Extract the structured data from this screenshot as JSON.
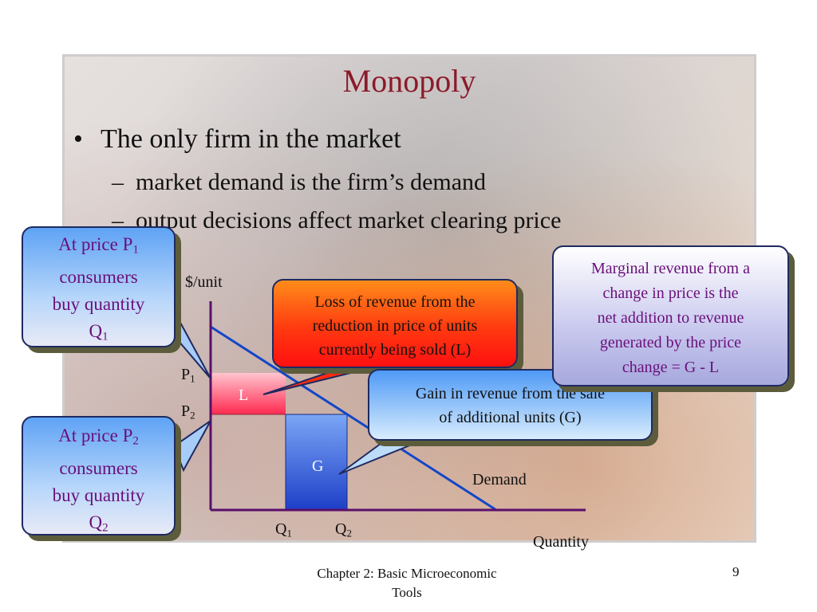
{
  "slide": {
    "title": "Monopoly",
    "bullet": "The only firm in the market",
    "sub_bullets": [
      "market demand is the firm’s demand",
      "output decisions affect market clearing price"
    ]
  },
  "graph": {
    "y_axis_label": "$/unit",
    "x_axis_label": "Quantity",
    "demand_label": "Demand",
    "price_labels": [
      {
        "base": "P",
        "sub": "1"
      },
      {
        "base": "P",
        "sub": "2"
      }
    ],
    "quantity_labels": [
      {
        "base": "Q",
        "sub": "1"
      },
      {
        "base": "Q",
        "sub": "2"
      }
    ],
    "area_L_label": "L",
    "area_G_label": "G"
  },
  "callouts": {
    "price1": {
      "line1": "At price P",
      "line1_sub": "1",
      "line2": "consumers",
      "line3": "buy quantity",
      "line4": "Q",
      "line4_sub": "1"
    },
    "price2": {
      "line1": "At price P",
      "line1_sub": "2",
      "line2": "consumers",
      "line3": "buy quantity",
      "line4": "Q",
      "line4_sub": "2"
    },
    "loss": [
      "Loss of revenue from the",
      "reduction in price of units",
      "currently being sold (L)"
    ],
    "gain": [
      "Gain in revenue from the sale",
      "of additional units (G)"
    ],
    "mr": [
      "Marginal revenue from a",
      "change in price is the",
      "net addition to revenue",
      "generated by the price",
      "change = G - L"
    ]
  },
  "footer": {
    "chapter_line1": "Chapter 2: Basic Microeconomic",
    "chapter_line2": "Tools",
    "page_number": "9"
  },
  "colors": {
    "title": "#8b1a2a",
    "axis": "#5a0f6a",
    "demand_line": "#1446c8",
    "area_L": "#ff5a78",
    "area_G": "#2450d8"
  }
}
